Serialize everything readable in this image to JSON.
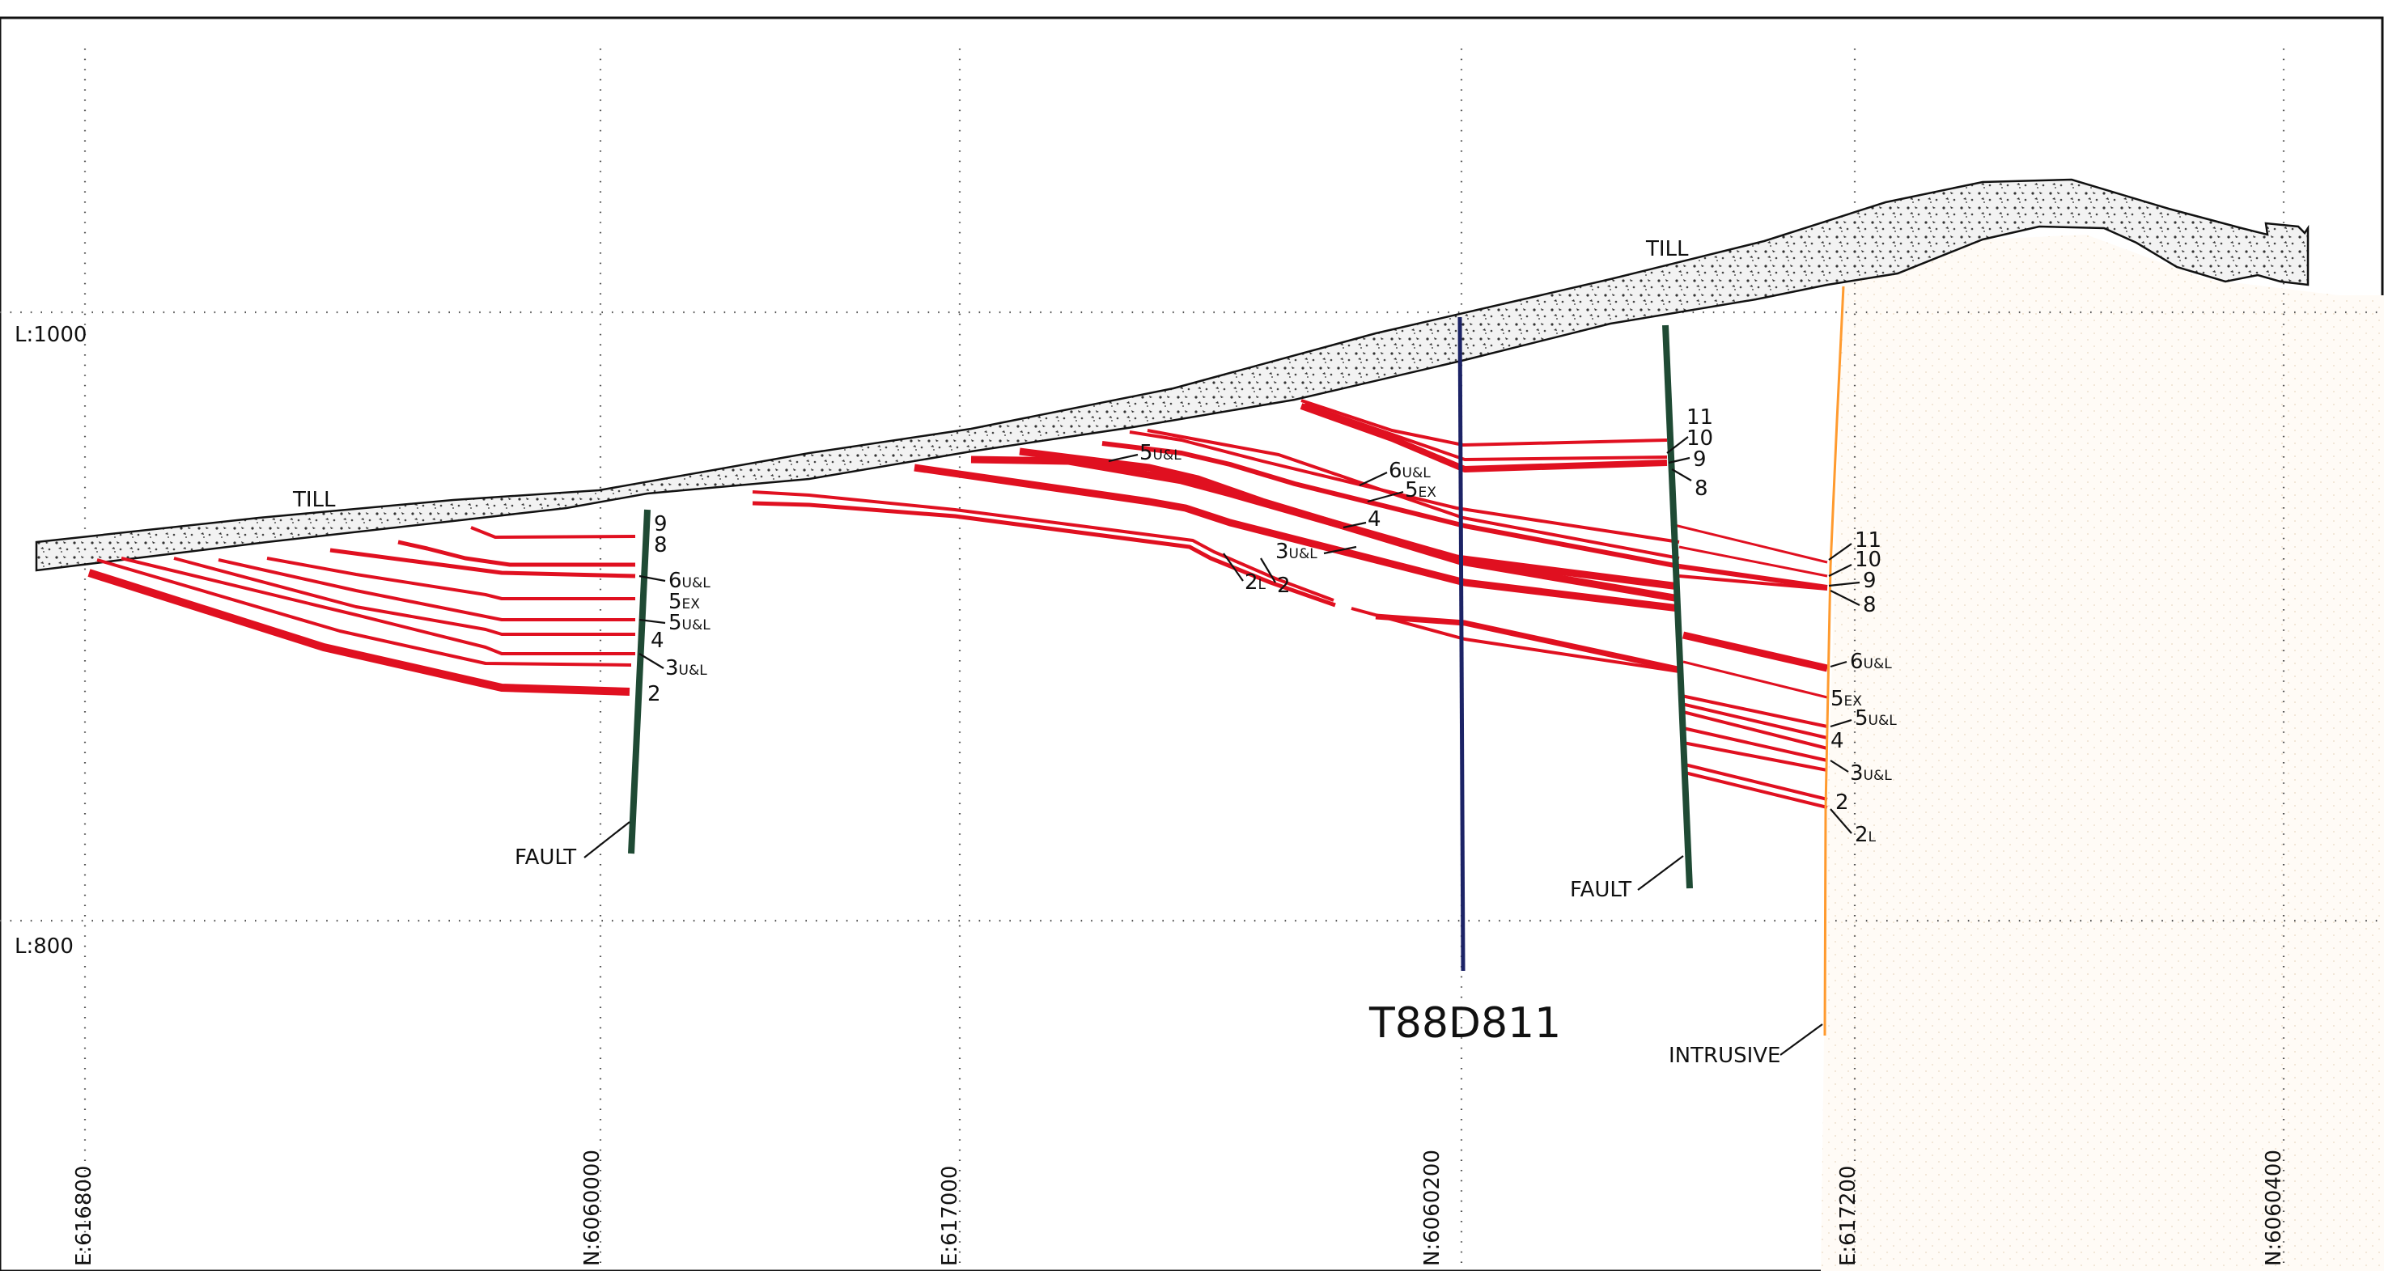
{
  "section": {
    "levels": [
      "L:1000",
      "L:800"
    ],
    "grid_labels": [
      "E:616800",
      "N:6060000",
      "E:617000",
      "N:6060200",
      "E:617200",
      "N:6060400"
    ],
    "till_labels": [
      "TILL",
      "TILL"
    ],
    "fault_labels": [
      "FAULT",
      "FAULT"
    ],
    "intrusive_label": "INTRUSIVE",
    "drillhole_label": "T88D811"
  },
  "seams": {
    "west": [
      "9",
      "8",
      "6U&L",
      "5EX",
      "5U&L",
      "4",
      "3U&L",
      "2"
    ],
    "central": [
      "5U&L",
      "6U&L",
      "5EX",
      "4",
      "3U&L",
      "2L",
      "2"
    ],
    "hole": [
      "11",
      "10",
      "9",
      "8"
    ],
    "east": [
      "11",
      "10",
      "9",
      "8",
      "6U&L",
      "5EX",
      "5U&L",
      "4",
      "3U&L",
      "2",
      "2L"
    ]
  },
  "colors": {
    "seam": "#e01020",
    "fault": "#1f4a34",
    "drillhole": "#1c2366",
    "intrusive": "#ff9a2e",
    "till_outline": "#111111"
  }
}
